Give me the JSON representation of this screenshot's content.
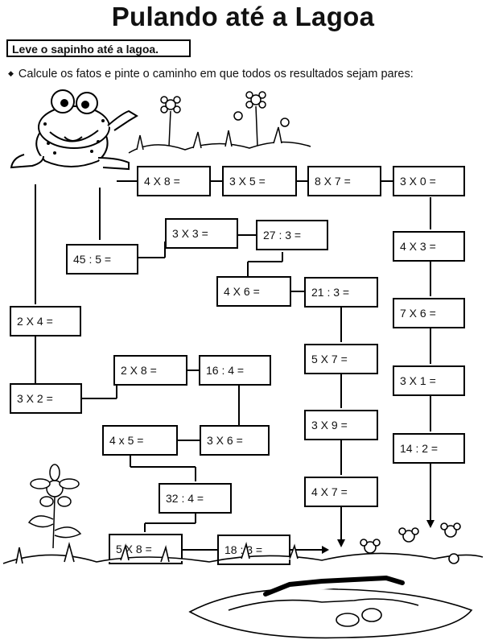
{
  "title": "Pulando até a Lagoa",
  "instruction": "Leve o sapinho até a lagoa.",
  "task": "Calcule os fatos e pinte o caminho em que todos os resultados sejam pares:",
  "facts": [
    "4 X 8 =",
    "3 X 5 =",
    "8 X 7 =",
    "3 X 0 =",
    "3 X 3 =",
    "27 : 3 =",
    "45 : 5 =",
    "4 X 3 =",
    "4 X 6 =",
    "21 : 3 =",
    "2 X 4 =",
    "7 X 6 =",
    "5 X 7 =",
    "2 X 8 =",
    "16 : 4 =",
    "3 X 1 =",
    "3 X 2 =",
    "3 X 9 =",
    "4 x 5 =",
    "3 X 6 =",
    "14 : 2 =",
    "32 : 4 =",
    "4 X 7 =",
    "5 X 8 =",
    "18 : 3 ="
  ]
}
